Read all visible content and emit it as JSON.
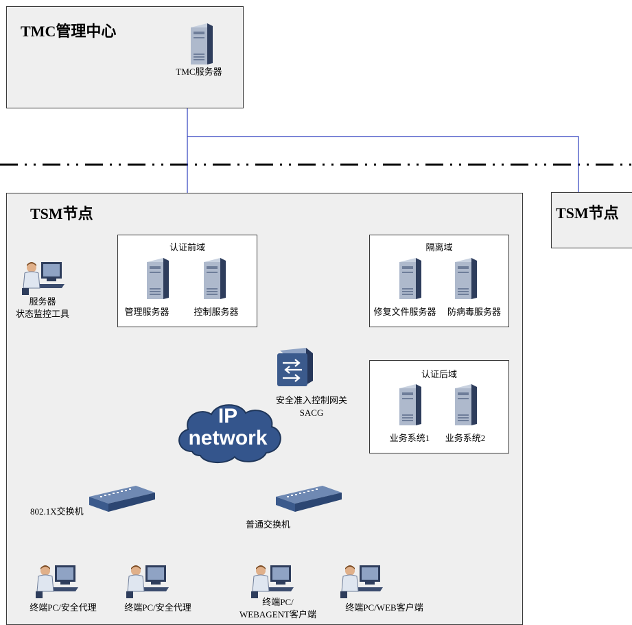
{
  "tmc": {
    "title": "TMC管理中心",
    "server_label": "TMC服务器"
  },
  "tsm_main": {
    "title": "TSM节点"
  },
  "tsm_right": {
    "title": "TSM节点"
  },
  "monitor": {
    "label_line1": "服务器",
    "label_line2": "状态监控工具"
  },
  "pre_auth": {
    "title": "认证前域",
    "servers": [
      "管理服务器",
      "控制服务器"
    ]
  },
  "isolation": {
    "title": "隔离域",
    "servers": [
      "修复文件服务器",
      "防病毒服务器"
    ]
  },
  "post_auth": {
    "title": "认证后域",
    "servers": [
      "业务系统1",
      "业务系统2"
    ]
  },
  "gateway": {
    "label_line1": "安全准入控制网关",
    "label_line2": "SACG"
  },
  "cloud": {
    "line1": "IP",
    "line2": "network"
  },
  "switches": {
    "dot1x": "802.1X交换机",
    "normal": "普通交换机"
  },
  "terminals": [
    {
      "line1": "终端PC/安全代理",
      "line2": ""
    },
    {
      "line1": "终端PC/安全代理",
      "line2": ""
    },
    {
      "line1": "终端PC/",
      "line2": "WEBAGENT客户端"
    },
    {
      "line1": "终端PC/WEB客户端",
      "line2": ""
    }
  ],
  "colors": {
    "link_blue": "#2f3fbf",
    "server_dark": "#2e3d5c",
    "server_light": "#aeb9cc",
    "cloud_fill": "#34558c",
    "switch_fill": "#3b5a8c"
  }
}
